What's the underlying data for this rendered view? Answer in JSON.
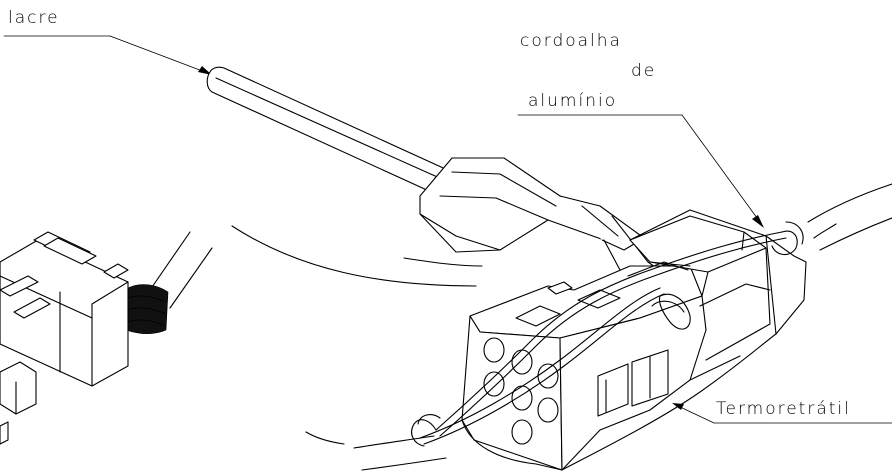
{
  "labels": {
    "lacre": "lacre",
    "cordoalha_line1": "cordoalha",
    "cordoalha_line2": "de",
    "cordoalha_line3": "alumínio",
    "termoretratil": "Termoretrátil"
  },
  "colors": {
    "line": "#000000",
    "background": "#ffffff"
  }
}
